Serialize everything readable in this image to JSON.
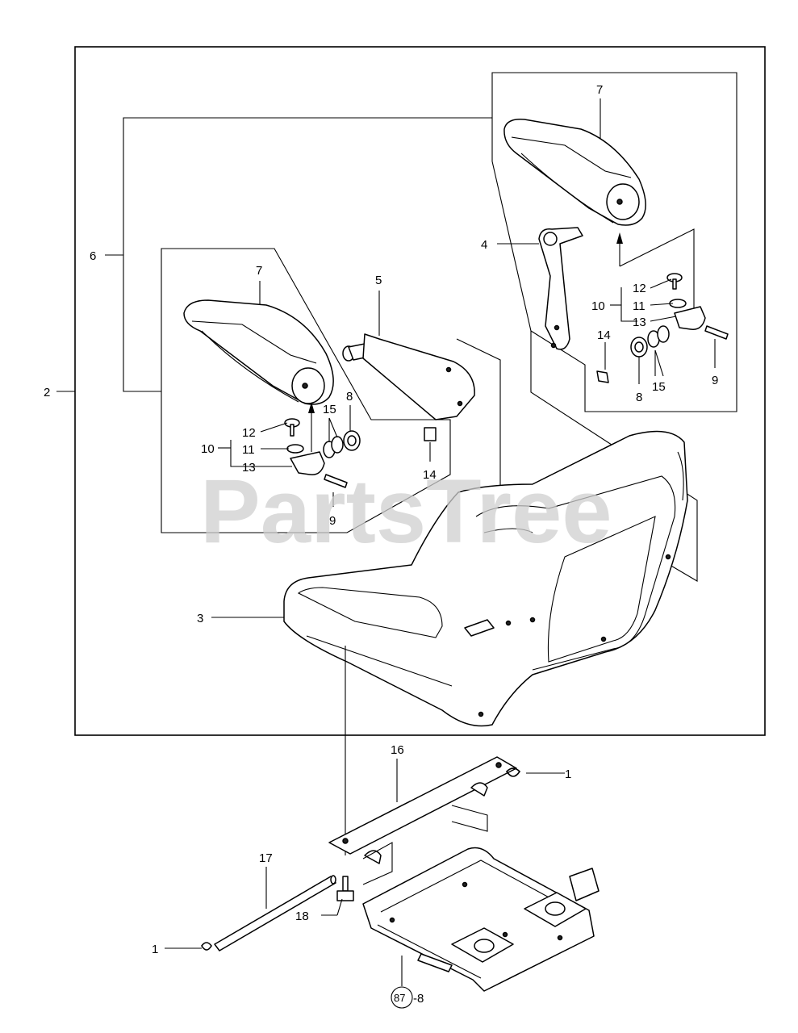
{
  "watermark": "PartsTree",
  "callouts": {
    "c1_top": "1",
    "c1_bottom": "1",
    "c2": "2",
    "c3": "3",
    "c4": "4",
    "c5": "5",
    "c6": "6",
    "c7_left": "7",
    "c7_right": "7",
    "c8_left": "8",
    "c8_right": "8",
    "c9_left": "9",
    "c9_right": "9",
    "c10_left": "10",
    "c10_right": "10",
    "c11_left": "11",
    "c11_right": "11",
    "c12_left": "12",
    "c12_right": "12",
    "c13_left": "13",
    "c13_right": "13",
    "c14_left": "14",
    "c14_right": "14",
    "c15_left": "15",
    "c15_right": "15",
    "c16": "16",
    "c17": "17",
    "c18": "18",
    "ref_circle": "87",
    "ref_suffix": "-8"
  }
}
